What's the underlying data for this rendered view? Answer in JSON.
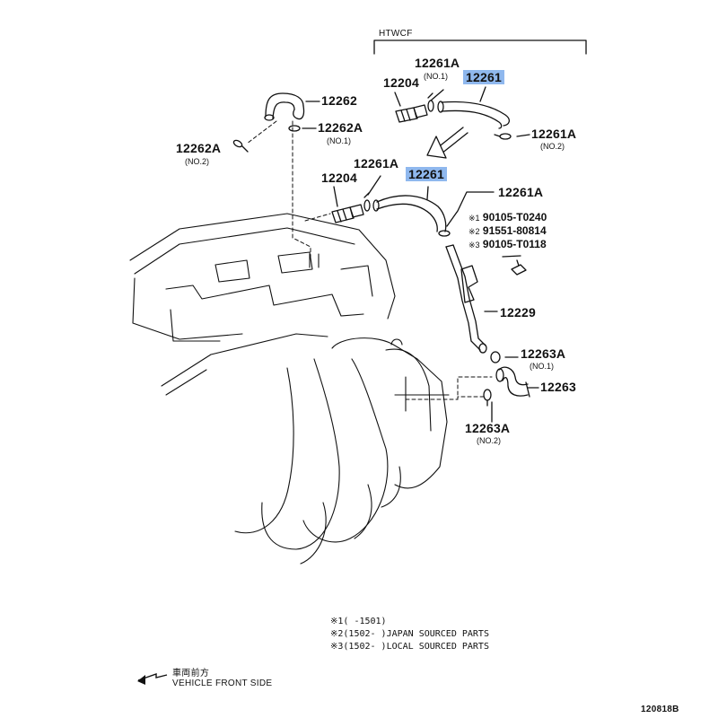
{
  "header": {
    "variant": "HTWCF"
  },
  "labels": {
    "top_clamp_no1": "12261A",
    "top_clamp_no1_sub": "(NO.1)",
    "top_hose": "12261",
    "top_union": "12204",
    "top_clamp_no2": "12261A",
    "top_clamp_no2_sub": "(NO.2)",
    "cap_hose": "12262",
    "cap_clamp_a": "12262A",
    "cap_clamp_a_sub": "(NO.1)",
    "cap_clamp_b": "12262A",
    "cap_clamp_b_sub": "(NO.2)",
    "mid_clamp": "12261A",
    "mid_hose": "12261",
    "mid_union": "12204",
    "right_clamp": "12261A",
    "pipe": "12229",
    "low_clamp_no1": "12263A",
    "low_clamp_no1_sub": "(NO.1)",
    "low_hose": "12263",
    "low_clamp_no2": "12263A",
    "low_clamp_no2_sub": "(NO.2)"
  },
  "bolt_parts": [
    {
      "mark": "※1",
      "number": "90105-T0240"
    },
    {
      "mark": "※2",
      "number": "91551-80814"
    },
    {
      "mark": "※3",
      "number": "90105-T0118"
    }
  ],
  "notes": [
    {
      "mark": "※1",
      "range": "(      -1501)",
      "text": ""
    },
    {
      "mark": "※2",
      "range": "(1502-      )",
      "text": "JAPAN SOURCED PARTS"
    },
    {
      "mark": "※3",
      "range": "(1502-      )",
      "text": "LOCAL SOURCED PARTS"
    }
  ],
  "front_indicator": {
    "jp": "車両前方",
    "en": "VEHICLE FRONT SIDE"
  },
  "figure_code": "120818B",
  "colors": {
    "highlight": "#8fb8ee",
    "line": "#111111"
  }
}
